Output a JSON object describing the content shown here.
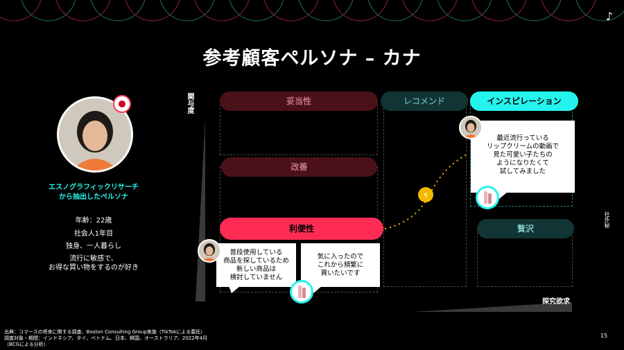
{
  "header": {
    "title": "参考顧客ペルソナ – カナ",
    "brand_icon": "tiktok-note-icon"
  },
  "persona": {
    "source_label_line1": "エスノグラフィックリサーチ",
    "source_label_line2": "から抽出したペルソナ",
    "age": "年齢：22歳",
    "job": "社会人1年目",
    "living": "独身、一人暮らし",
    "trait_line1": "流行に敏感で、",
    "trait_line2": "お得な買い物をするのが好き"
  },
  "matrix": {
    "y_axis_label": "関与度",
    "x_axis_label": "探究欲求",
    "quadrants": {
      "datousei": "妥当性",
      "recommend": "レコメンド",
      "inspiration": "インスピレーション",
      "kaizen": "改善",
      "ribensei": "利便性",
      "zeitaku": "贅沢"
    }
  },
  "quotes": {
    "q1": [
      "普段使用している",
      "商品を探しているため",
      "新しい商品は",
      "検討していません"
    ],
    "q2": [
      "気に入ったので",
      "これから頻繁に",
      "買いたいです"
    ],
    "q3": [
      "最近流行っている",
      "リップクリームの動画で",
      "見た可愛い子たちの",
      "ようになりたくて",
      "試してみました"
    ]
  },
  "side_note": "社外秘",
  "page_number": "15",
  "footer": {
    "line1": "出典：コマースの将来に関する調査、Boston Consulting Group実施（TikTokによる委託）",
    "line2": "調査対象・期間：インドネシア、タイ、ベトナム、日本、韓国、オーストラリア、2022年4月",
    "line3": "（BCGによる分析）"
  },
  "colors": {
    "accent_cyan": "#25f4ee",
    "accent_red": "#fe2c55",
    "dark_red": "#5a1620",
    "dark_teal": "#153a3a",
    "arrow_yellow": "#f5b800"
  }
}
